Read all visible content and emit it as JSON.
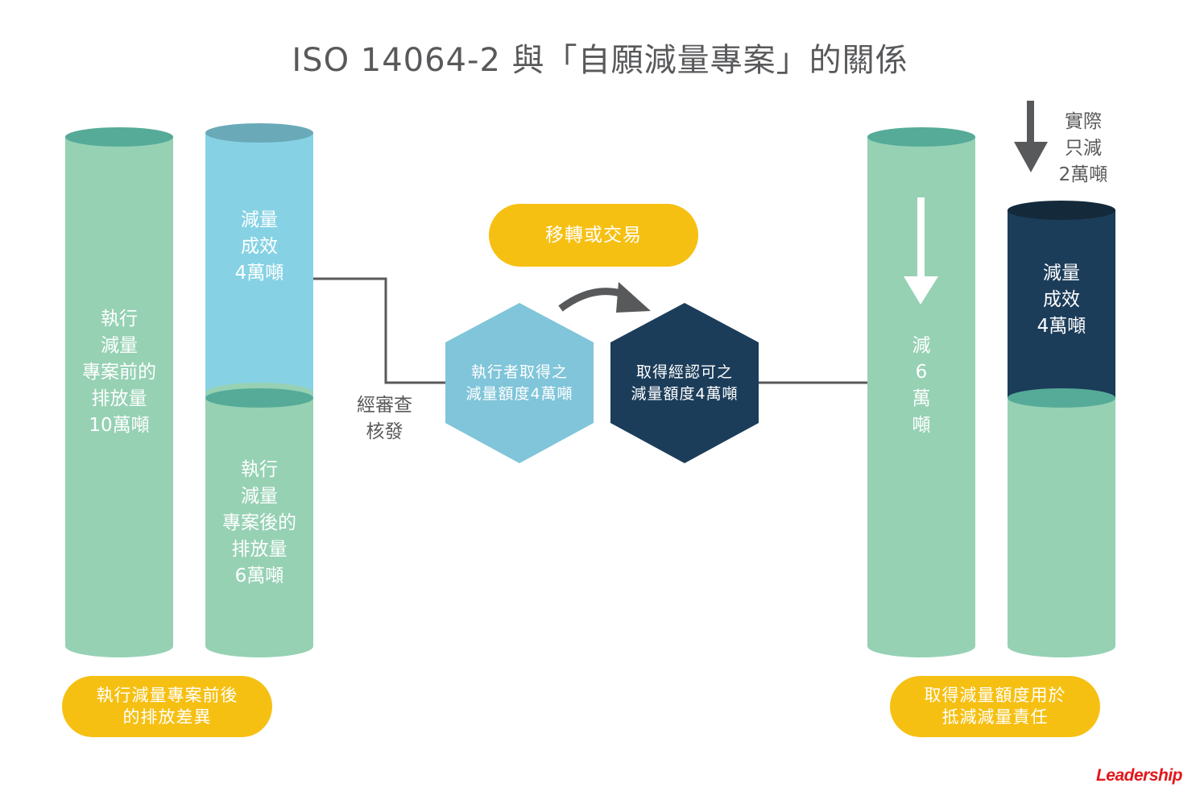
{
  "title": "ISO 14064-2 與「自願減量專案」的關係",
  "colors": {
    "green_body": "#96d1b4",
    "green_top": "#55ab98",
    "light_blue_body": "#86d2e4",
    "light_blue_top": "#6aaab8",
    "navy_body": "#1c3d5a",
    "navy_top": "#142a3b",
    "hex_light": "#80c5d9",
    "hex_dark": "#1c3d5a",
    "yellow": "#f6c013",
    "connector_gray": "#58595b",
    "brand_red": "#e3171b"
  },
  "left_group": {
    "before_cylinder": {
      "lines": [
        "執行",
        "減量",
        "專案前的",
        "排放量",
        "10萬噸"
      ],
      "value_tons_wan": 10
    },
    "reduction_segment": {
      "lines": [
        "減量",
        "成效",
        "4萬噸"
      ],
      "value_tons_wan": 4
    },
    "after_segment": {
      "lines": [
        "執行",
        "減量",
        "專案後的",
        "排放量",
        "6萬噸"
      ],
      "value_tons_wan": 6
    },
    "caption": {
      "lines": [
        "執行減量專案前後",
        "的排放差異"
      ]
    }
  },
  "middle": {
    "verification_label": {
      "lines": [
        "經審查",
        "核發"
      ]
    },
    "transfer_pill": {
      "label": "移轉或交易"
    },
    "hex_executor": {
      "lines": [
        "執行者取得之",
        "減量額度4萬噸"
      ]
    },
    "hex_acquirer": {
      "lines": [
        "取得經認可之",
        "減量額度4萬噸"
      ]
    }
  },
  "right_group": {
    "reduce_cylinder": {
      "lines": [
        "減",
        "6",
        "萬",
        "噸"
      ],
      "value_tons_wan": 6
    },
    "offset_segment": {
      "lines": [
        "減量",
        "成效",
        "4萬噸"
      ],
      "value_tons_wan": 4
    },
    "actual_note": {
      "lines": [
        "實際",
        "只減",
        "2萬噸"
      ],
      "value_tons_wan": 2
    },
    "caption": {
      "lines": [
        "取得減量額度用於",
        "抵減減量責任"
      ]
    }
  },
  "brand": {
    "logo_text": "Leadership"
  }
}
